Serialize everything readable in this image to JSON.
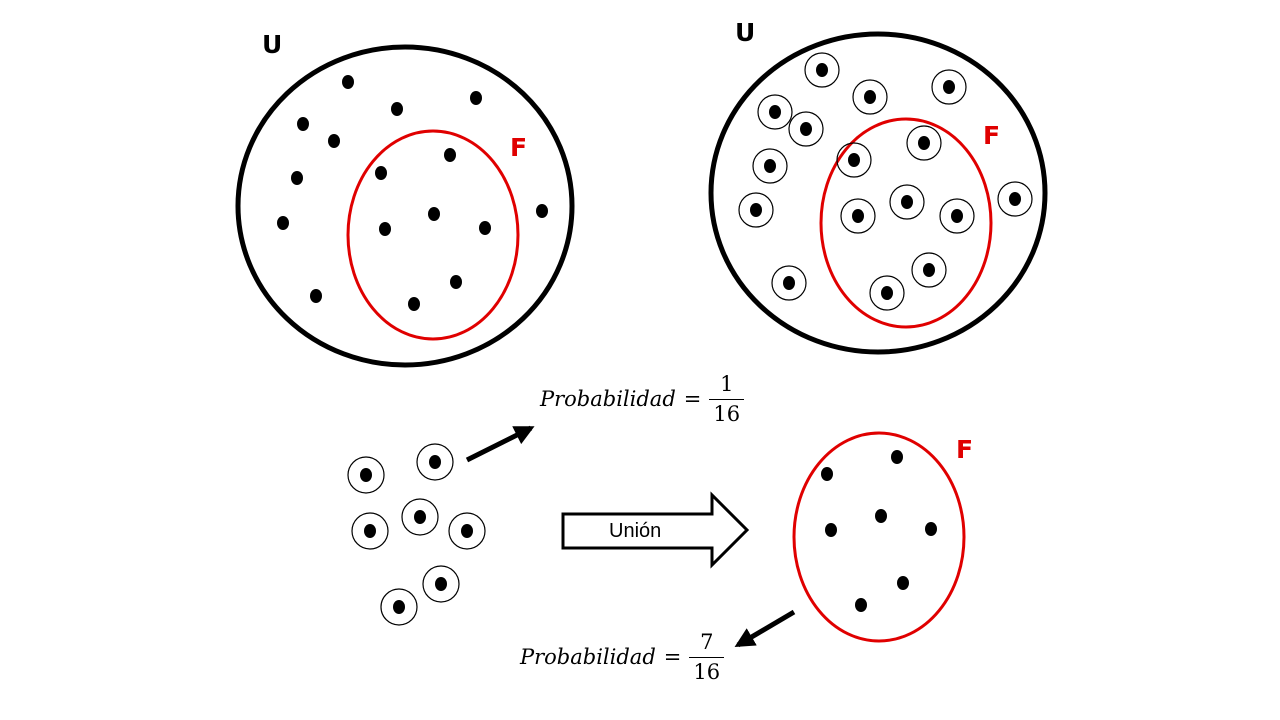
{
  "colors": {
    "universe": "#000000",
    "event": "#e00000",
    "dot": "#000000",
    "background": "#ffffff"
  },
  "diagram1": {
    "universe_label": "U",
    "event_label": "F"
  },
  "diagram2": {
    "universe_label": "U",
    "event_label": "F"
  },
  "formula_single": {
    "word": "Probabilidad",
    "equals": "=",
    "numerator": "1",
    "denominator": "16"
  },
  "union_arrow": {
    "label": "Unión"
  },
  "result_set": {
    "event_label": "F"
  },
  "formula_union": {
    "word": "Probabilidad",
    "equals": "=",
    "numerator": "7",
    "denominator": "16"
  }
}
